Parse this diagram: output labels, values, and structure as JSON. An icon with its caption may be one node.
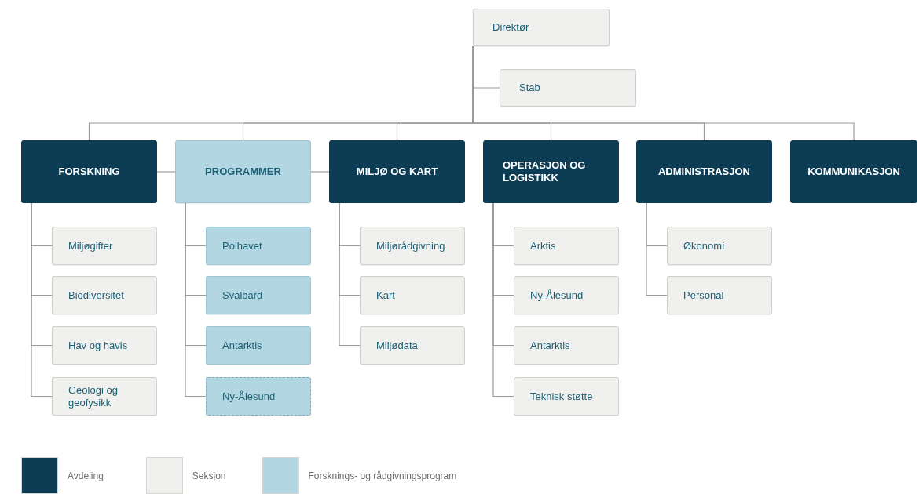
{
  "diagram": {
    "nodes": [
      {
        "text": [
          "Direktør"
        ]
      },
      {
        "text": [
          "Stab"
        ]
      },
      {
        "text": [
          "FORSKNING"
        ]
      },
      {
        "text": [
          "PROGRAMMER"
        ]
      },
      {
        "text": [
          "MILJØ OG KART"
        ]
      },
      {
        "text": [
          "OPERASJON OG LOGISTIKK"
        ]
      },
      {
        "text": [
          "ADMINISTRASJON"
        ]
      },
      {
        "text": [
          "KOMMUNIKASJON"
        ]
      },
      {
        "text": [
          "Miljøgifter"
        ]
      },
      {
        "text": [
          "Biodiversitet"
        ]
      },
      {
        "text": [
          "Hav og havis"
        ]
      },
      {
        "text": [
          "Geologi og geofysikk"
        ]
      },
      {
        "text": [
          "Polhavet"
        ]
      },
      {
        "text": [
          "Svalbard"
        ]
      },
      {
        "text": [
          "Antarktis"
        ]
      },
      {
        "text": [
          "Ny-Ålesund"
        ]
      },
      {
        "text": [
          "Miljørådgivning"
        ]
      },
      {
        "text": [
          "Kart"
        ]
      },
      {
        "text": [
          "Miljødata"
        ]
      },
      {
        "text": [
          "Arktis"
        ]
      },
      {
        "text": [
          "Ny-Ålesund"
        ]
      },
      {
        "text": [
          "Antarktis"
        ]
      },
      {
        "text": [
          "Teknisk støtte"
        ]
      },
      {
        "text": [
          "Økonomi"
        ]
      },
      {
        "text": [
          "Personal"
        ]
      }
    ],
    "edges": [
      {
        "from": 0,
        "to": 1,
        "arrow": "none"
      },
      {
        "from": 0,
        "to": 2,
        "arrow": "none"
      },
      {
        "from": 0,
        "to": 3,
        "arrow": "none"
      },
      {
        "from": 0,
        "to": 4,
        "arrow": "none"
      },
      {
        "from": 0,
        "to": 5,
        "arrow": "none"
      },
      {
        "from": 0,
        "to": 6,
        "arrow": "none"
      },
      {
        "from": 0,
        "to": 7,
        "arrow": "none"
      },
      {
        "from": 2,
        "to": 3,
        "arrow": "none"
      },
      {
        "from": 3,
        "to": 4,
        "arrow": "none"
      },
      {
        "from": 2,
        "to": 8,
        "arrow": "none"
      },
      {
        "from": 2,
        "to": 9,
        "arrow": "none"
      },
      {
        "from": 2,
        "to": 10,
        "arrow": "none"
      },
      {
        "from": 2,
        "to": 11,
        "arrow": "none"
      },
      {
        "from": 3,
        "to": 12,
        "arrow": "none"
      },
      {
        "from": 3,
        "to": 13,
        "arrow": "none"
      },
      {
        "from": 3,
        "to": 14,
        "arrow": "none"
      },
      {
        "from": 3,
        "to": 15,
        "arrow": "none"
      },
      {
        "from": 4,
        "to": 16,
        "arrow": "none"
      },
      {
        "from": 4,
        "to": 17,
        "arrow": "none"
      },
      {
        "from": 4,
        "to": 18,
        "arrow": "none"
      },
      {
        "from": 5,
        "to": 19,
        "arrow": "none"
      },
      {
        "from": 5,
        "to": 20,
        "arrow": "none"
      },
      {
        "from": 5,
        "to": 21,
        "arrow": "none"
      },
      {
        "from": 5,
        "to": 22,
        "arrow": "none"
      },
      {
        "from": 6,
        "to": 23,
        "arrow": "none"
      },
      {
        "from": 6,
        "to": 24,
        "arrow": "none"
      }
    ],
    "legend": [
      {
        "text": "Avdeling",
        "color": "#0d3d55"
      },
      {
        "text": "Seksjon",
        "color": "#f0f0ee"
      },
      {
        "text": "Forsknings- og rådgivningsprogram",
        "color": "#b3d7e2"
      }
    ]
  }
}
